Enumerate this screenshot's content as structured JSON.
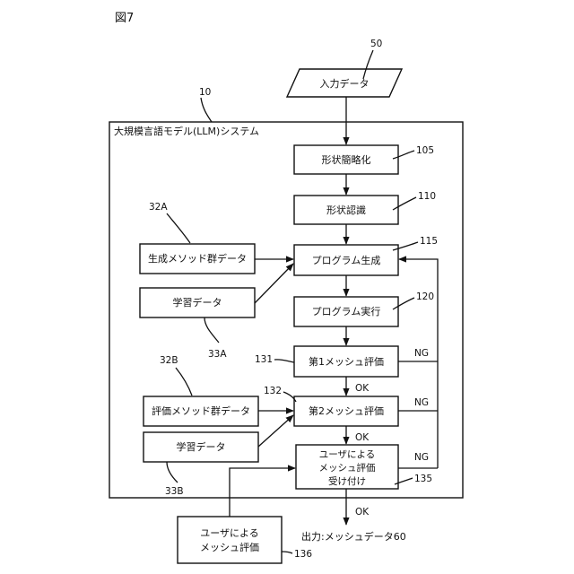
{
  "figure": {
    "label": "図7"
  },
  "input": {
    "label": "入力データ",
    "ref": "50"
  },
  "system": {
    "label": "大規模言語モデル(LLM)システム",
    "ref": "10"
  },
  "steps": {
    "simplify": {
      "label": "形状簡略化",
      "ref": "105"
    },
    "recognize": {
      "label": "形状認識",
      "ref": "110"
    },
    "generate": {
      "label": "プログラム生成",
      "ref": "115"
    },
    "execute": {
      "label": "プログラム実行",
      "ref": "120"
    },
    "eval1": {
      "label": "第1メッシュ評価",
      "ref": "131"
    },
    "eval2": {
      "label": "第2メッシュ評価",
      "ref": "132"
    },
    "accept": {
      "line1": "ユーザによる",
      "line2": "メッシュ評価",
      "line3": "受け付け",
      "ref": "135"
    }
  },
  "data_blocks": {
    "gen_methods": {
      "label": "生成メソッド群データ",
      "ref": "32A"
    },
    "learn_a": {
      "label": "学習データ",
      "ref": "33A"
    },
    "eval_methods": {
      "label": "評価メソッド群データ",
      "ref": "32B"
    },
    "learn_b": {
      "label": "学習データ",
      "ref": "33B"
    }
  },
  "user_eval": {
    "line1": "ユーザによる",
    "line2": "メッシュ評価",
    "ref": "136"
  },
  "labels": {
    "ok": "OK",
    "ng": "NG"
  },
  "output": {
    "label": "出力:メッシュデータ60"
  }
}
